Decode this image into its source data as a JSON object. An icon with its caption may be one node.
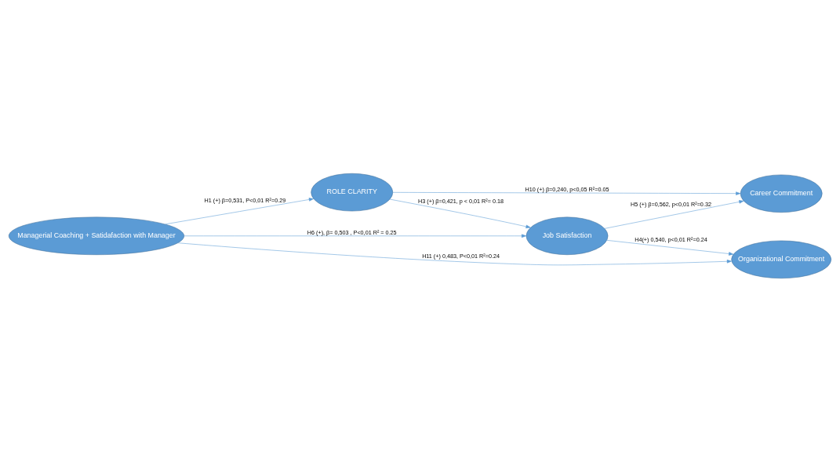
{
  "diagram": {
    "nodes": [
      {
        "text": [
          "Job Satisfaction"
        ]
      },
      {
        "text": [
          "Career Commitment"
        ]
      },
      {
        "text": [
          "ROLE CLARITY"
        ]
      },
      {
        "text": [
          "Managerial Coaching + Satidafaction with Manager"
        ]
      },
      {
        "text": [
          "Organizational Commitment"
        ]
      }
    ],
    "edges": [
      {
        "from": 3,
        "to": 0,
        "arrow": "to",
        "label": "H6 (+), β= 0,503 , P<0,01 R² = 0.25"
      },
      {
        "from": 0,
        "to": 1,
        "arrow": "to",
        "label": "H5 (+) β=0,562, p<0,01 R²=0.32"
      },
      {
        "from": 2,
        "to": 0,
        "arrow": "to",
        "label": "H3 (+) β=0,421, p < 0,01 R²= 0.18"
      },
      {
        "from": 2,
        "to": 1,
        "arrow": "to",
        "label": "H10 (+) β=0,240, p<0,05 R²=0.05"
      },
      {
        "from": 3,
        "to": 2,
        "arrow": "to",
        "label": "H1 (+) β=0,531, P<0,01 R²=0.29"
      },
      {
        "from": 0,
        "to": 4,
        "arrow": "to",
        "label": "H4(+) 0,540, p<0,01 R²=0.24"
      },
      {
        "from": 3,
        "to": 4,
        "arrow": "to",
        "label": "H11 (+) 0,483, P<0,01 R²=0.24"
      }
    ]
  }
}
